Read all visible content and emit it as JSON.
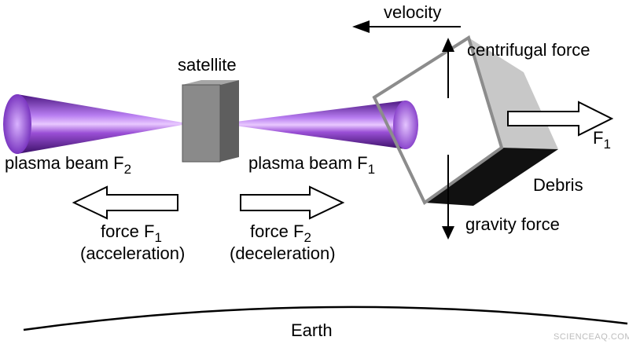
{
  "labels": {
    "velocity": "velocity",
    "centrifugal_force": "centrifugal force",
    "satellite": "satellite",
    "plasma_beam_left": "plasma beam F",
    "plasma_beam_left_sub": "2",
    "plasma_beam_right": "plasma beam F",
    "plasma_beam_right_sub": "1",
    "f1_label": "F",
    "f1_sub": "1",
    "debris": "Debris",
    "force_left": "force F",
    "force_left_sub": "1",
    "force_left_desc": "(acceleration)",
    "force_right": "force F",
    "force_right_sub": "2",
    "force_right_desc": "(deceleration)",
    "gravity_force": "gravity force",
    "earth": "Earth",
    "watermark": "SCIENCEAQ.COM"
  },
  "colors": {
    "beam_light": "#e8c8ff",
    "beam_mid": "#9a4fd6",
    "beam_dark": "#4a1580",
    "satellite_front": "#8a8a8a",
    "satellite_side": "#5e5e5e",
    "debris_side": "#c4c4c4",
    "debris_bottom": "#111111",
    "debris_edge": "#8c8c8c"
  }
}
